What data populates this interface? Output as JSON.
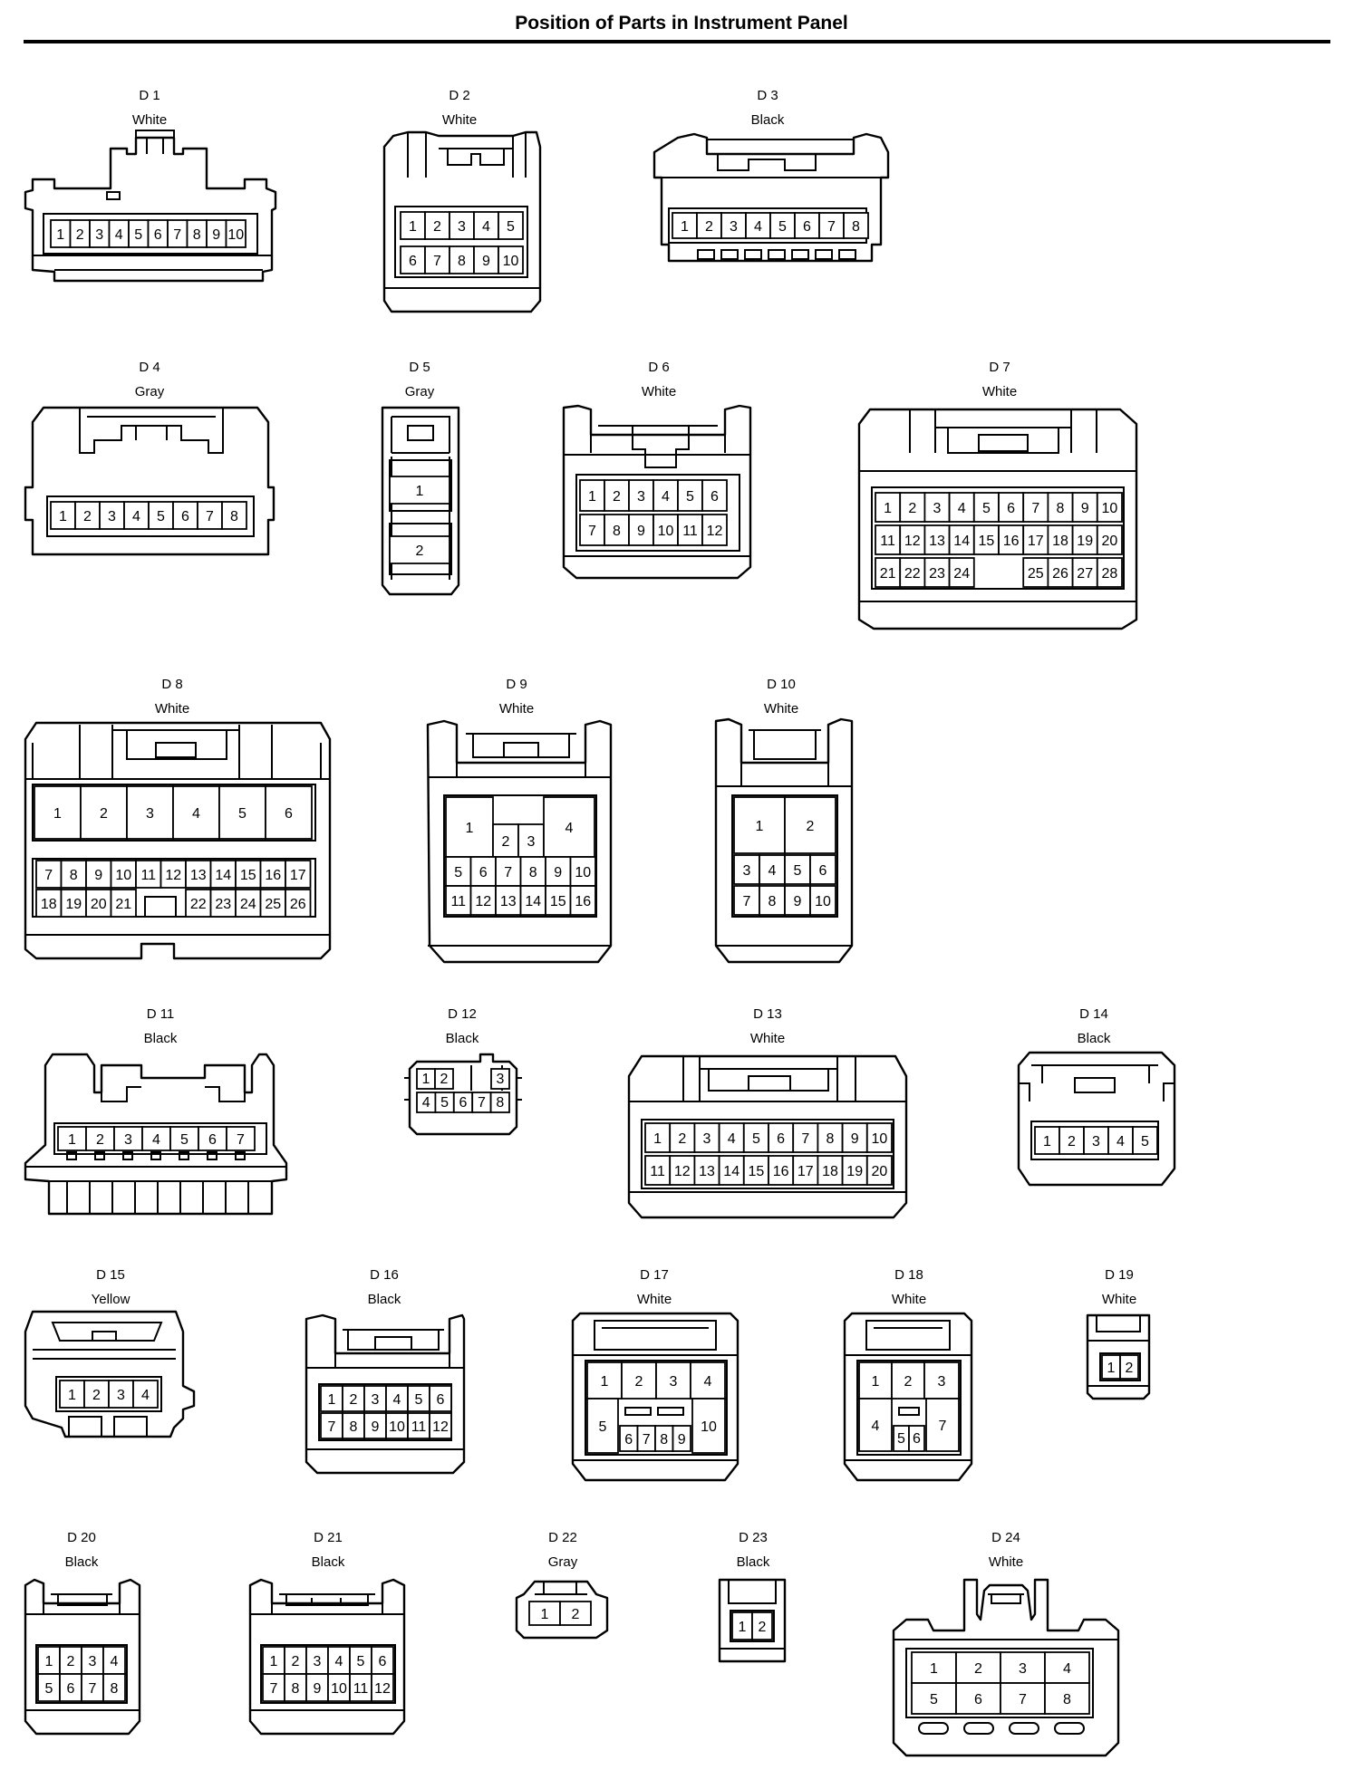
{
  "page": {
    "title": "Position of Parts in Instrument Panel"
  },
  "connectors": [
    {
      "id": "D 1",
      "color": "White",
      "pins": [
        [
          "1",
          "2",
          "3",
          "4",
          "5",
          "6",
          "7",
          "8",
          "9",
          "10"
        ]
      ]
    },
    {
      "id": "D 2",
      "color": "White",
      "pins": [
        [
          "1",
          "2",
          "3",
          "4",
          "5"
        ],
        [
          "6",
          "7",
          "8",
          "9",
          "10"
        ]
      ]
    },
    {
      "id": "D 3",
      "color": "Black",
      "pins": [
        [
          "1",
          "2",
          "3",
          "4",
          "5",
          "6",
          "7",
          "8"
        ]
      ]
    },
    {
      "id": "D 4",
      "color": "Gray",
      "pins": [
        [
          "1",
          "2",
          "3",
          "4",
          "5",
          "6",
          "7",
          "8"
        ]
      ]
    },
    {
      "id": "D 5",
      "color": "Gray",
      "pins": [
        [
          "1"
        ],
        [
          "2"
        ]
      ]
    },
    {
      "id": "D 6",
      "color": "White",
      "pins": [
        [
          "1",
          "2",
          "3",
          "4",
          "5",
          "6"
        ],
        [
          "7",
          "8",
          "9",
          "10",
          "11",
          "12"
        ]
      ]
    },
    {
      "id": "D 7",
      "color": "White",
      "pins": [
        [
          "1",
          "2",
          "3",
          "4",
          "5",
          "6",
          "7",
          "8",
          "9",
          "10"
        ],
        [
          "11",
          "12",
          "13",
          "14",
          "15",
          "16",
          "17",
          "18",
          "19",
          "20"
        ],
        [
          "21",
          "22",
          "23",
          "24",
          "",
          "",
          "25",
          "26",
          "27",
          "28"
        ]
      ]
    },
    {
      "id": "D 8",
      "color": "White",
      "pins": [
        [
          "1",
          "2",
          "3",
          "4",
          "5",
          "6"
        ],
        [
          "7",
          "8",
          "9",
          "10",
          "11",
          "12",
          "13",
          "14",
          "15",
          "16",
          "17"
        ],
        [
          "18",
          "19",
          "20",
          "21",
          "",
          "22",
          "23",
          "24",
          "25",
          "26"
        ]
      ]
    },
    {
      "id": "D 9",
      "color": "White",
      "pins": [
        [
          "1",
          "2",
          "3",
          "4"
        ],
        [
          "5",
          "6",
          "7",
          "8",
          "9",
          "10"
        ],
        [
          "11",
          "12",
          "13",
          "14",
          "15",
          "16"
        ]
      ]
    },
    {
      "id": "D 10",
      "color": "White",
      "pins": [
        [
          "1",
          "2"
        ],
        [
          "3",
          "4",
          "5",
          "6"
        ],
        [
          "7",
          "8",
          "9",
          "10"
        ]
      ]
    },
    {
      "id": "D 11",
      "color": "Black",
      "pins": [
        [
          "1",
          "2",
          "3",
          "4",
          "5",
          "6",
          "7"
        ]
      ]
    },
    {
      "id": "D 12",
      "color": "Black",
      "pins": [
        [
          "1",
          "2",
          "3"
        ],
        [
          "4",
          "5",
          "6",
          "7",
          "8"
        ]
      ]
    },
    {
      "id": "D 13",
      "color": "White",
      "pins": [
        [
          "1",
          "2",
          "3",
          "4",
          "5",
          "6",
          "7",
          "8",
          "9",
          "10"
        ],
        [
          "11",
          "12",
          "13",
          "14",
          "15",
          "16",
          "17",
          "18",
          "19",
          "20"
        ]
      ]
    },
    {
      "id": "D 14",
      "color": "Black",
      "pins": [
        [
          "1",
          "2",
          "3",
          "4",
          "5"
        ]
      ]
    },
    {
      "id": "D 15",
      "color": "Yellow",
      "pins": [
        [
          "1",
          "2",
          "3",
          "4"
        ]
      ]
    },
    {
      "id": "D 16",
      "color": "Black",
      "pins": [
        [
          "1",
          "2",
          "3",
          "4",
          "5",
          "6"
        ],
        [
          "7",
          "8",
          "9",
          "10",
          "11",
          "12"
        ]
      ]
    },
    {
      "id": "D 17",
      "color": "White",
      "pins": [
        [
          "1",
          "2",
          "3",
          "4"
        ],
        [
          "5",
          "10"
        ],
        [
          "6",
          "7",
          "8",
          "9"
        ]
      ]
    },
    {
      "id": "D 18",
      "color": "White",
      "pins": [
        [
          "1",
          "2",
          "3"
        ],
        [
          "4",
          "7"
        ],
        [
          "5",
          "6"
        ]
      ]
    },
    {
      "id": "D 19",
      "color": "White",
      "pins": [
        [
          "1",
          "2"
        ]
      ]
    },
    {
      "id": "D 20",
      "color": "Black",
      "pins": [
        [
          "1",
          "2",
          "3",
          "4"
        ],
        [
          "5",
          "6",
          "7",
          "8"
        ]
      ]
    },
    {
      "id": "D 21",
      "color": "Black",
      "pins": [
        [
          "1",
          "2",
          "3",
          "4",
          "5",
          "6"
        ],
        [
          "7",
          "8",
          "9",
          "10",
          "11",
          "12"
        ]
      ]
    },
    {
      "id": "D 22",
      "color": "Gray",
      "pins": [
        [
          "1",
          "2"
        ]
      ]
    },
    {
      "id": "D 23",
      "color": "Black",
      "pins": [
        [
          "1",
          "2"
        ]
      ]
    },
    {
      "id": "D 24",
      "color": "White",
      "pins": [
        [
          "1",
          "2",
          "3",
          "4"
        ],
        [
          "5",
          "6",
          "7",
          "8"
        ]
      ]
    }
  ]
}
